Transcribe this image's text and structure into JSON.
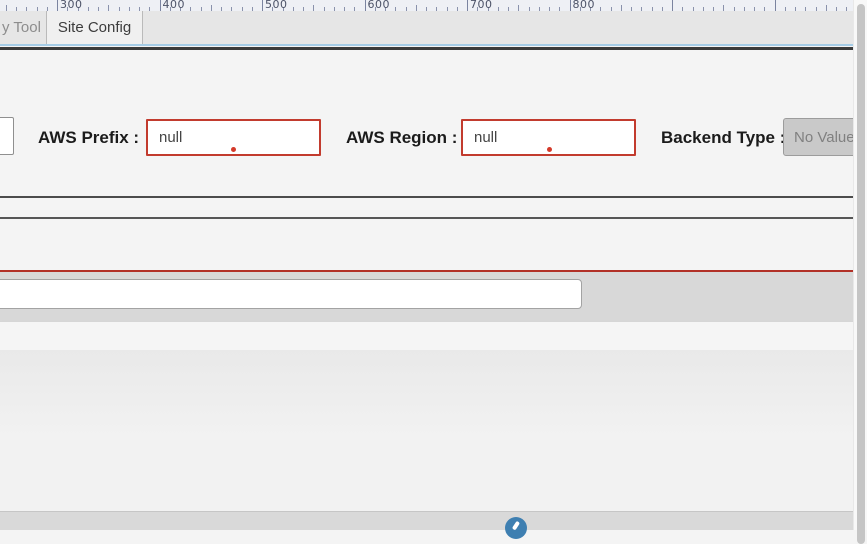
{
  "ruler": {
    "unit_labels": [
      "300",
      "400",
      "500",
      "600",
      "700",
      "800"
    ]
  },
  "tab_bar": {
    "tabs": [
      {
        "label": "y Tool"
      },
      {
        "label": "Site Config"
      }
    ],
    "active_tab": "Site Config"
  },
  "form": {
    "aws_prefix": {
      "label": "AWS Prefix :",
      "value": "null"
    },
    "aws_region": {
      "label": "AWS Region :",
      "value": "null"
    },
    "backend_type": {
      "label": "Backend Type :",
      "value": "No Value"
    }
  },
  "search": {
    "value": "",
    "placeholder": ""
  },
  "colors": {
    "error_border": "#c23b2e",
    "error_dot": "#d43a2a",
    "accent_blue_line": "#a5cce6",
    "divider_dark": "#3b3b3b",
    "red_divider": "#b23128",
    "info_button_blue": "#3e7fb1"
  }
}
